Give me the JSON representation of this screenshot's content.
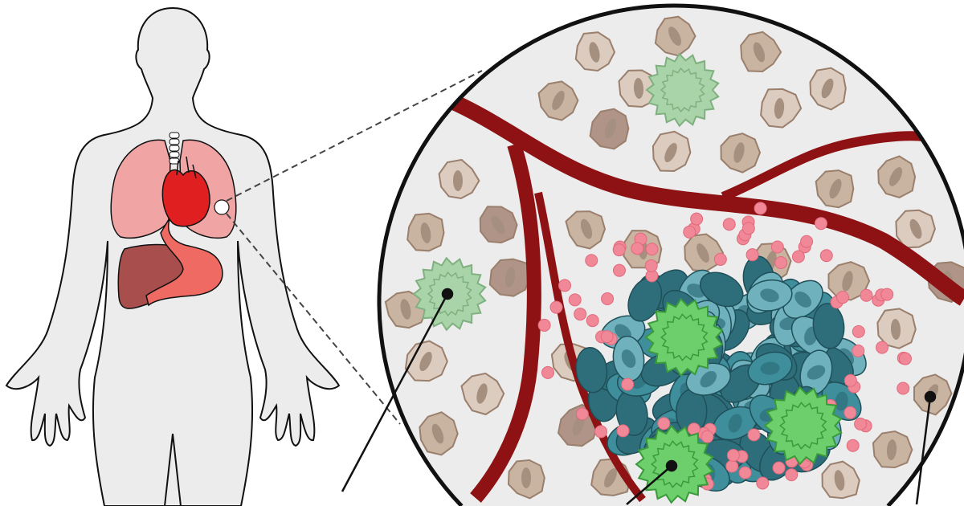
{
  "colors": {
    "background": "#ffffff",
    "body_fill": "#ececec",
    "outline": "#111111",
    "lung": "#f0a4a4",
    "heart": "#e02020",
    "liver": "#a84e4c",
    "stomach": "#ee6a62",
    "vessel": "#8e1214",
    "tissue_cell": "#c9b4a2",
    "tissue_cell_dark": "#b09488",
    "tissue_cell_light": "#dccbbf",
    "tumor_cell": "#3e8e9c",
    "tumor_cell_dark": "#2e6e7a",
    "tumor_cell_light": "#6fb2bd",
    "immune_cell": "#6ccf6c",
    "immune_cell_faded": "#a9d4a9",
    "cytokine": "#f08898"
  },
  "icons": [
    "human-body-silhouette",
    "lungs",
    "heart",
    "liver",
    "stomach",
    "magnified-tissue-circle"
  ]
}
